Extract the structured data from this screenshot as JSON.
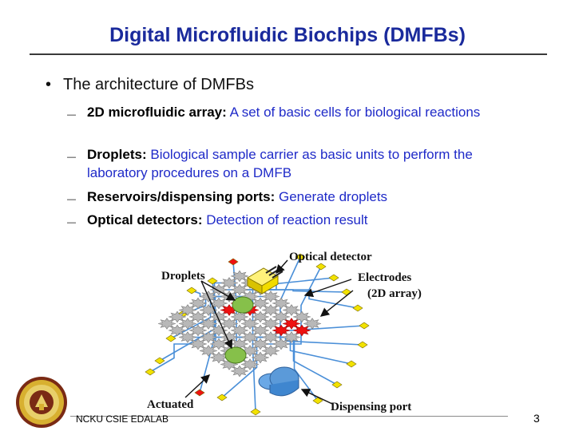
{
  "slide": {
    "title": "Digital Microfluidic Biochips (DMFBs)"
  },
  "bullets": {
    "bullet_char": "•",
    "main": "The architecture of DMFBs",
    "dash_char": "—",
    "items": [
      {
        "term": "2D microfluidic array:",
        "desc": "A set of basic cells for biological reactions"
      },
      {
        "term": "Droplets:",
        "desc": "Biological sample carrier as basic units to perform the laboratory procedures on a DMFB"
      },
      {
        "term": "Reservoirs/dispensing ports:",
        "desc": "Generate droplets"
      },
      {
        "term": "Optical detectors:",
        "desc": "Detection of reaction result"
      }
    ]
  },
  "figure": {
    "labels": {
      "optical_detector": "Optical detector",
      "droplets": "Droplets",
      "electrodes": "Electrodes",
      "electrodes_sub": "(2D array)",
      "actuated": "Actuated",
      "dispensing_port": "Dispensing port"
    },
    "colors": {
      "electrode": "#b8b8b8",
      "actuated": "#ee1111",
      "droplet": "#86c04a",
      "detector": "#f2dc00",
      "port": "#3f86cf",
      "wire": "#4a8fd8",
      "pad": "#f2e200"
    }
  },
  "footer": {
    "text": "NCKU CSIE EDALAB",
    "page": "3"
  },
  "logo": {
    "name": "university-seal"
  }
}
